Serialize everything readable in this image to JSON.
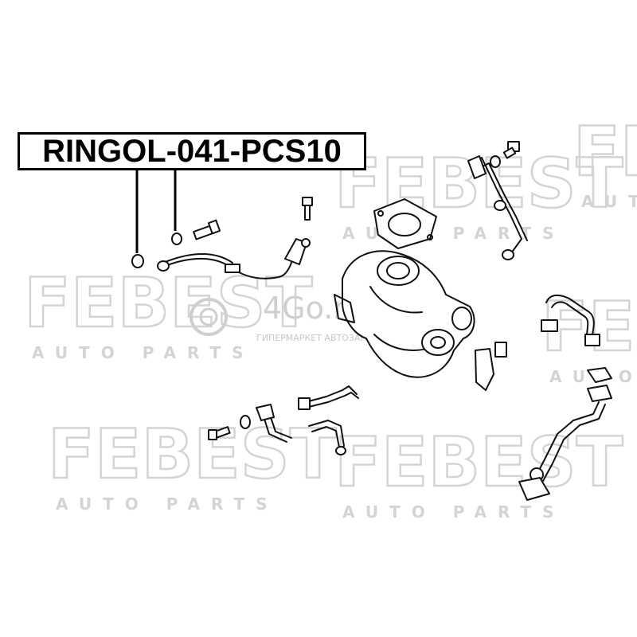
{
  "part_label": "RINGOL-041-PCS10",
  "watermark": {
    "brand": "FEBEST",
    "tagline": "AUTO PARTS",
    "brand_color": "#d9d9d9"
  },
  "site_watermark": {
    "name": "4Go.ru",
    "tagline": "ГИПЕРМАРКЕТ АВТОЗАПЧАСТЕЙ"
  },
  "colors": {
    "line": "#111111",
    "label_border": "#000000"
  }
}
